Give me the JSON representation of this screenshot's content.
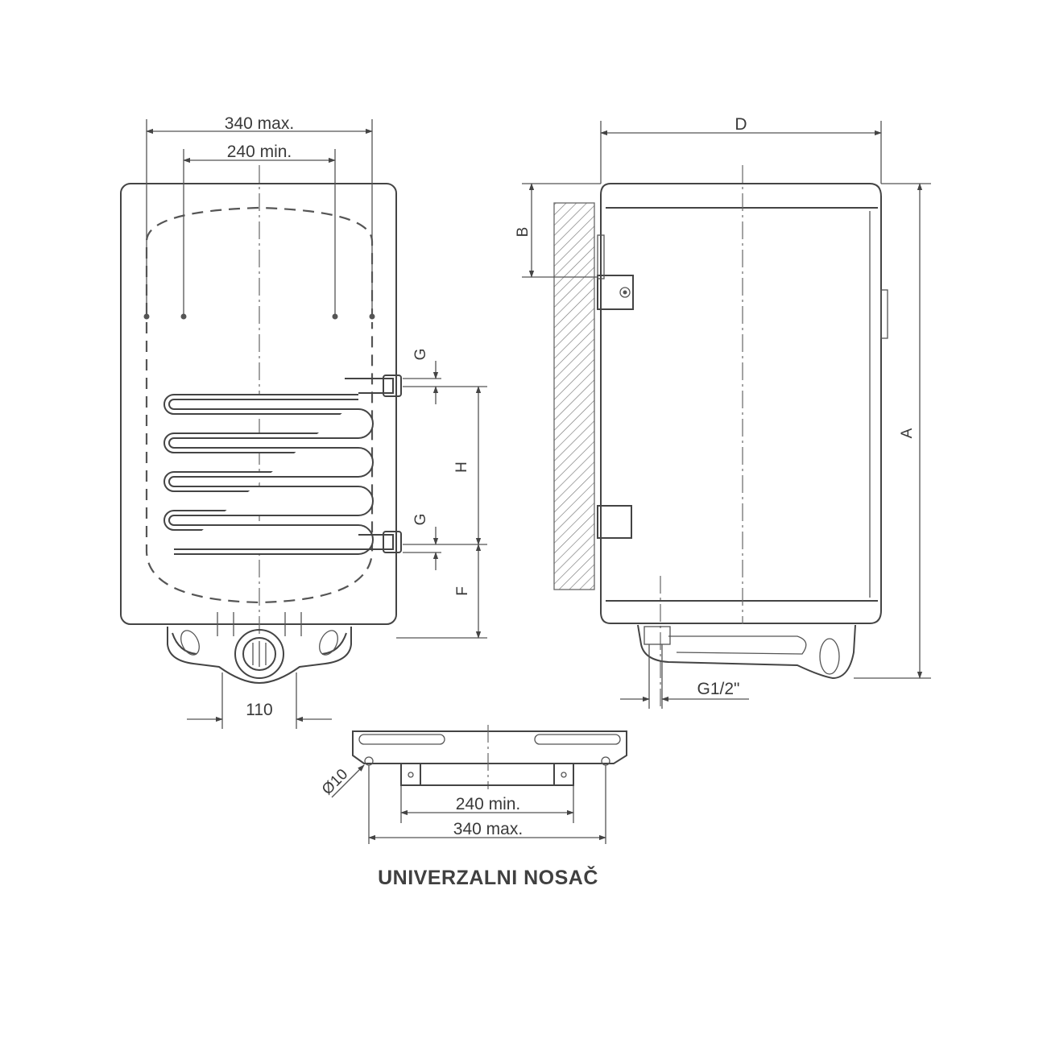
{
  "front_view": {
    "dim_top_max": "340 max.",
    "dim_top_min": "240 min.",
    "dim_g_upper": "G",
    "dim_h": "H",
    "dim_g_lower": "G",
    "dim_f": "F",
    "dim_bottom": "110"
  },
  "side_view": {
    "dim_d": "D",
    "dim_b": "B",
    "dim_a": "A",
    "dim_connection": "G1/2\""
  },
  "bracket_view": {
    "dim_hole": "Ø10",
    "dim_min": "240 min.",
    "dim_max": "340 max.",
    "caption": "UNIVERZALNI NOSAČ"
  },
  "colors": {
    "line": "#444444",
    "text": "#3a3a3a",
    "background": "#ffffff"
  }
}
